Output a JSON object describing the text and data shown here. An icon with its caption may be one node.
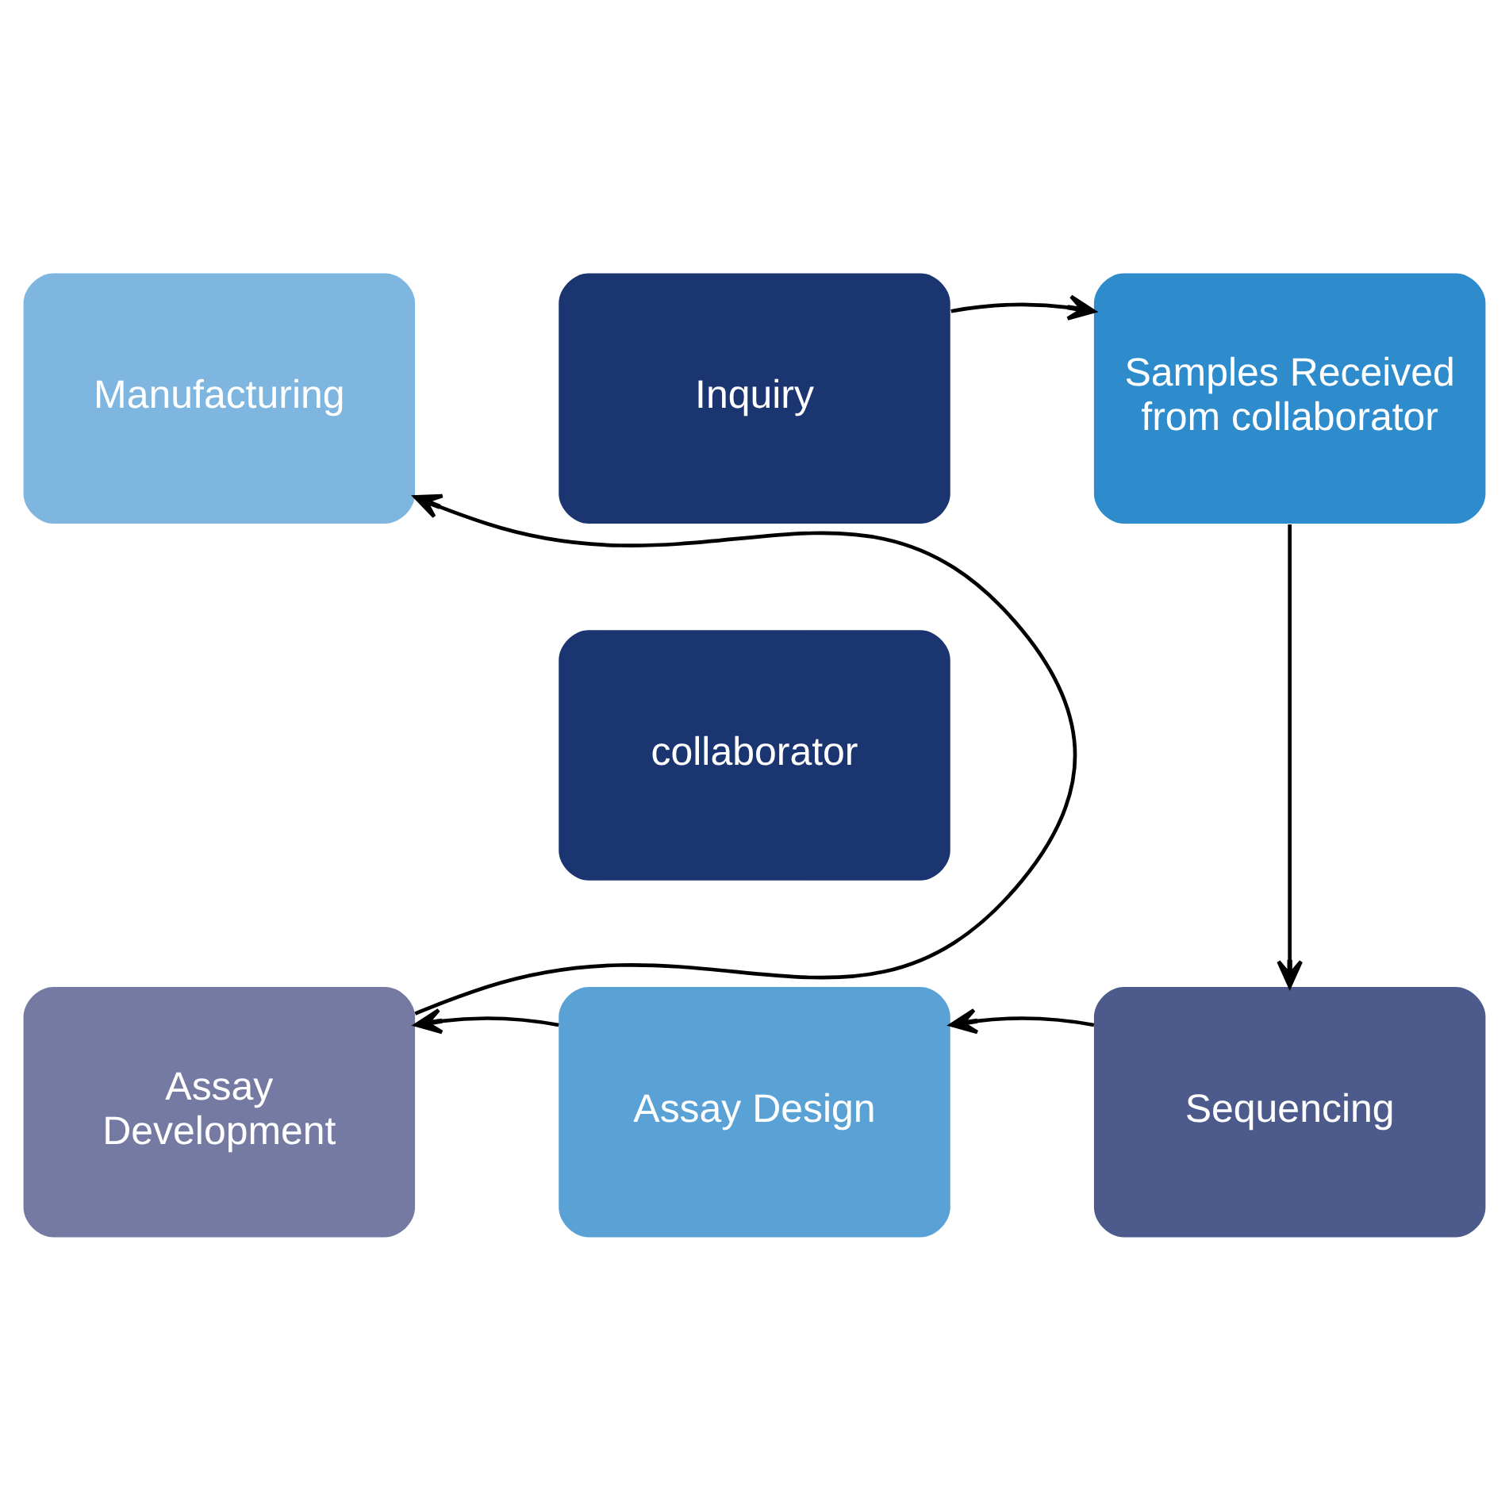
{
  "diagram": {
    "nodes": [
      {
        "text": [
          "Inquiry"
        ]
      },
      {
        "text": [
          "Samples Received from collaborator"
        ]
      },
      {
        "text": [
          "Sequencing"
        ]
      },
      {
        "text": [
          "Assay Design"
        ]
      },
      {
        "text": [
          "Assay Development"
        ]
      },
      {
        "text": [
          "Manufacturing"
        ]
      },
      {
        "text": [
          "collaborator"
        ]
      }
    ],
    "edges": [
      {
        "from": 0,
        "to": 1,
        "arrow": "to"
      },
      {
        "from": 1,
        "to": 2,
        "arrow": "to"
      },
      {
        "from": 2,
        "to": 3,
        "arrow": "to"
      },
      {
        "from": 3,
        "to": 4,
        "arrow": "to"
      },
      {
        "from": 4,
        "to": 5,
        "arrow": "to"
      }
    ]
  }
}
